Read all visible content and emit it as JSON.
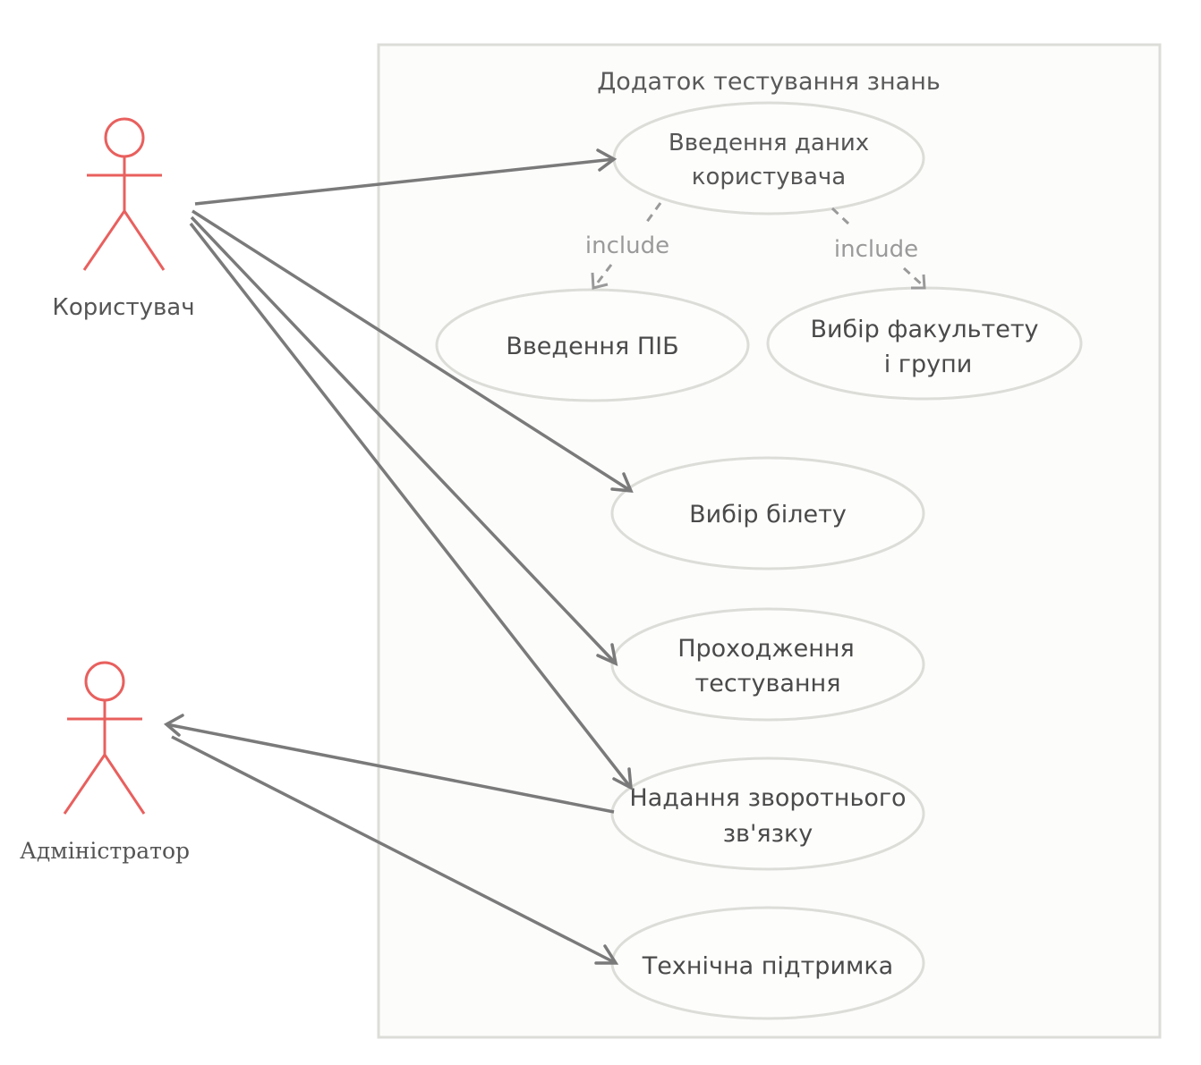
{
  "system": {
    "title": "Додаток тестування знань"
  },
  "actors": {
    "user": "Користувач",
    "admin": "Адміністратор"
  },
  "use_cases": {
    "enter_user_data": [
      "Введення даних",
      "користувача"
    ],
    "enter_name": [
      "Введення ПІБ"
    ],
    "choose_faculty": [
      "Вибір факультету",
      "і групи"
    ],
    "choose_ticket": [
      "Вибір білету"
    ],
    "take_test": [
      "Проходження",
      "тестування"
    ],
    "feedback": [
      "Надання зворотнього",
      "зв'язку"
    ],
    "support": [
      "Технічна підтримка"
    ]
  },
  "relations": {
    "include_left": "include",
    "include_right": "include"
  },
  "colors": {
    "actor": "#e8605e",
    "line": "#7a7a7a",
    "ellipse_border": "#dcdcd8",
    "system_border": "#dcdcd8"
  }
}
